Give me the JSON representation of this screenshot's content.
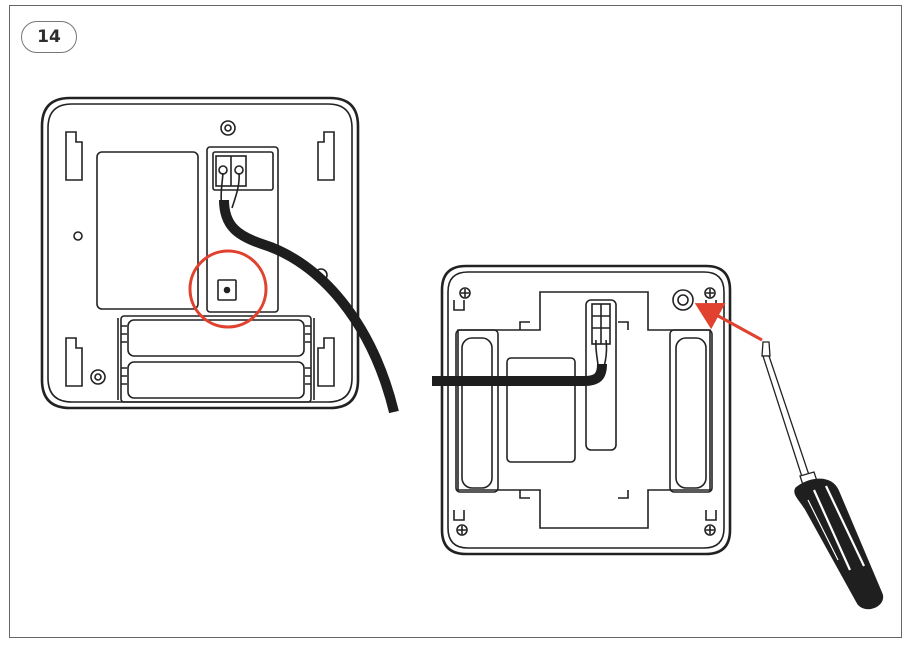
{
  "step": {
    "number": "14"
  },
  "colors": {
    "frame": "#666666",
    "line": "#222222",
    "highlight": "#e0422f",
    "cable": "#1e1e1e",
    "screwdriver_handle": "#1f1f1f"
  },
  "figures": [
    {
      "name": "device-back-view-with-cable",
      "highlight": "circled-screw-hole"
    },
    {
      "name": "device-back-plate-removal",
      "callout": "arrow-to-screw"
    }
  ],
  "icons": [
    "screwdriver-icon"
  ]
}
